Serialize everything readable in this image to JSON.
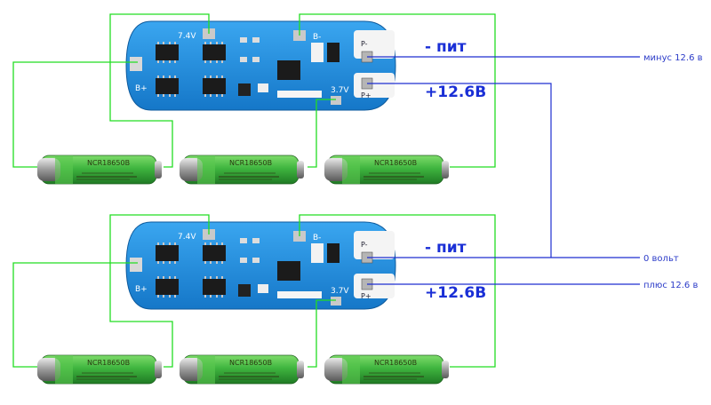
{
  "boards": [
    {
      "pad_bminus": "B-",
      "pad_bplus": "B+",
      "pad_pminus": "P-",
      "pad_pplus": "P+",
      "tap_low": "7.4V",
      "tap_high": "3.7V",
      "minus_label": "- пит",
      "plus_label": "+12.6B"
    },
    {
      "pad_bminus": "B-",
      "pad_bplus": "B+",
      "pad_pminus": "P-",
      "pad_pplus": "P+",
      "tap_low": "7.4V",
      "tap_high": "3.7V",
      "minus_label": "- пит",
      "plus_label": "+12.6B"
    }
  ],
  "cell_model": "NCR18650B",
  "side_labels": {
    "minus": "минус 12.6 в",
    "zero": "0 вольт",
    "plus": "плюс 12.6 в"
  },
  "colors": {
    "balance_wire": "#22dd22",
    "series_wire": "#1f2fd0",
    "board_blue": "#1e8fe0",
    "cell_green": "#3fb53f"
  }
}
